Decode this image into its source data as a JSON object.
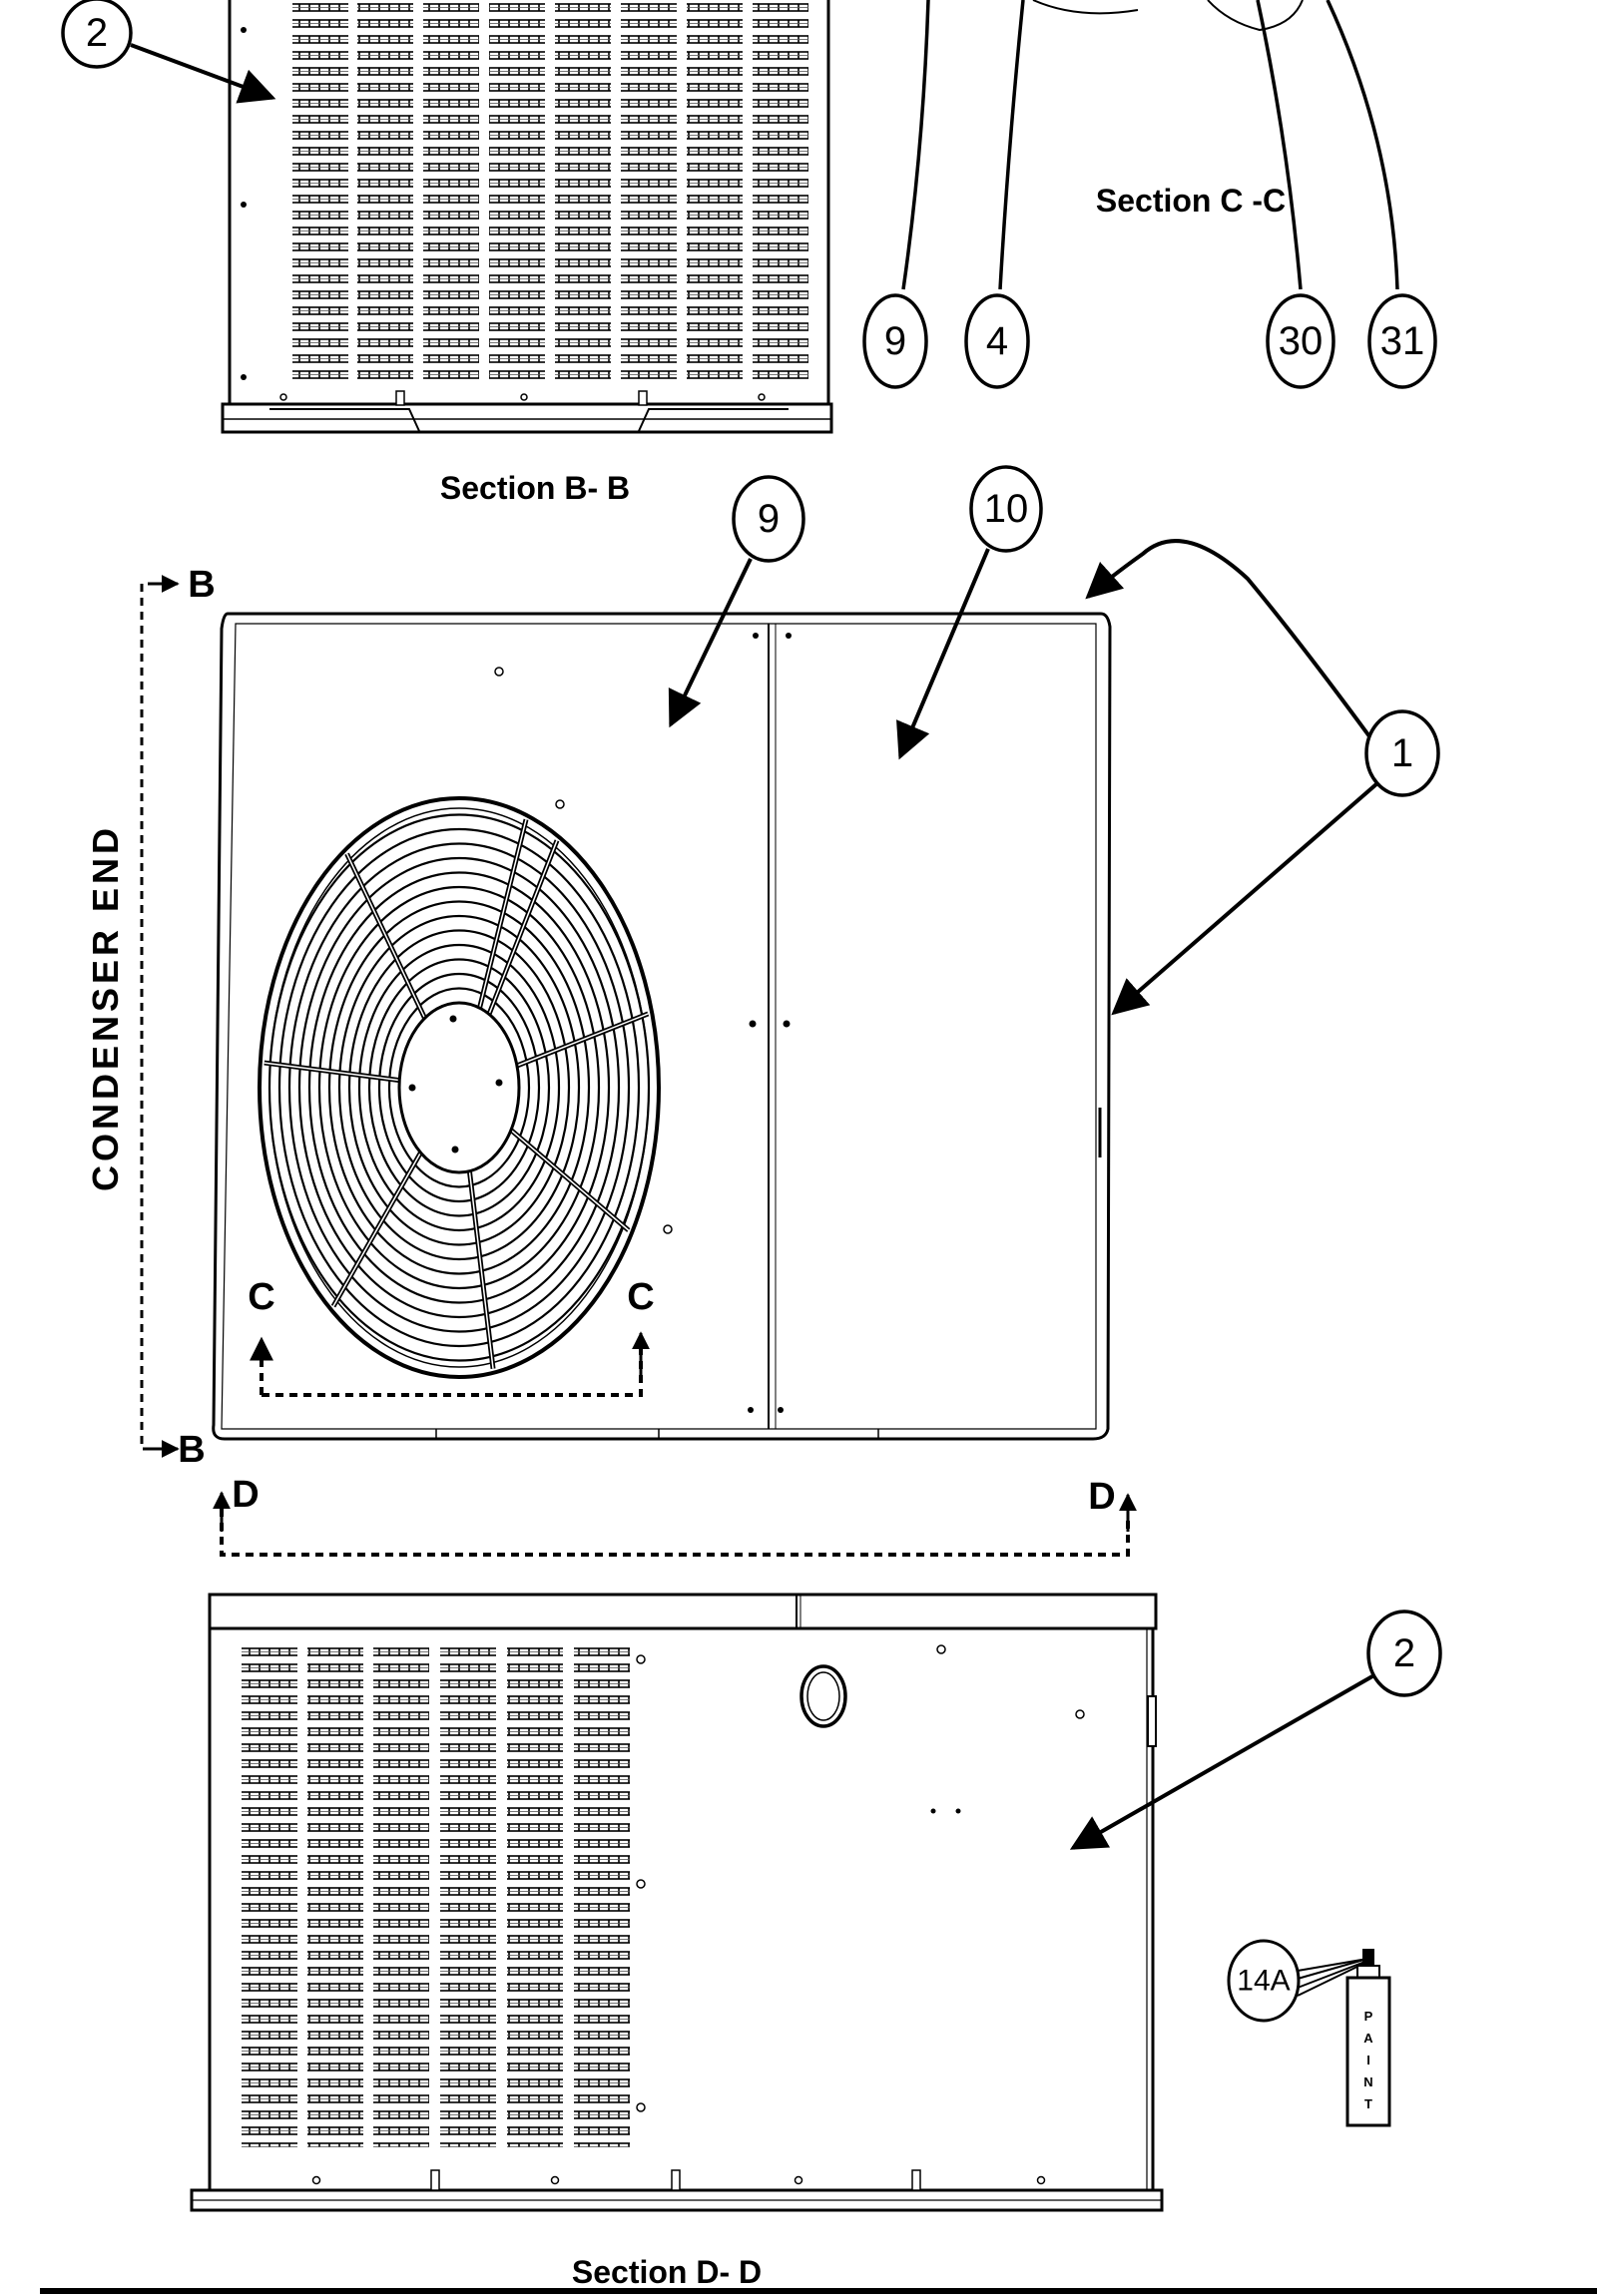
{
  "labels": {
    "section_b": "Section B- B",
    "section_c": "Section C -C",
    "section_d": "Section D- D",
    "condenser_end": "CONDENSER END",
    "marker_b_top": "B",
    "marker_b_bottom": "B",
    "marker_c_left": "C",
    "marker_c_right": "C",
    "marker_d_left": "D",
    "marker_d_right": "D",
    "paint": [
      "P",
      "A",
      "I",
      "N",
      "T"
    ]
  },
  "callouts": {
    "c2_top": "2",
    "c9_top": "9",
    "c4": "4",
    "c30": "30",
    "c31": "31",
    "c9_mid": "9",
    "c10": "10",
    "c1": "1",
    "c2_bottom": "2",
    "c14a": "14A"
  }
}
